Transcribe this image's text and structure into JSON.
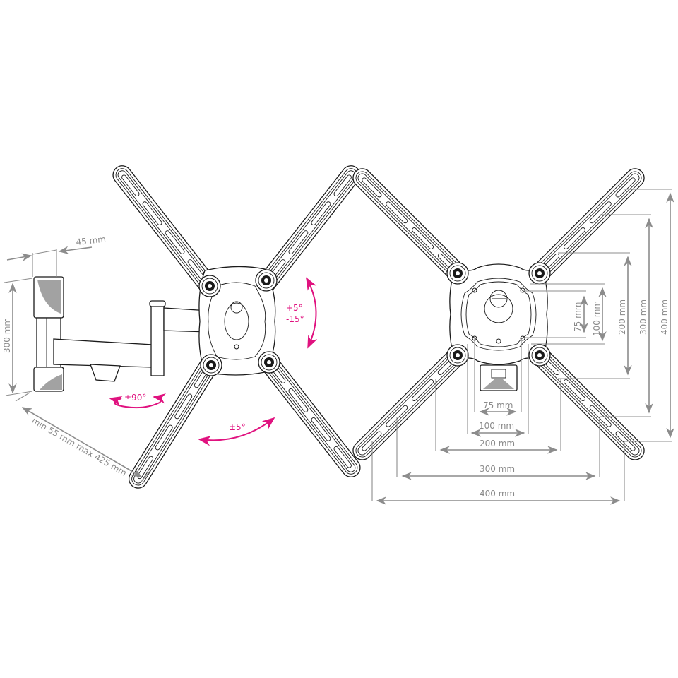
{
  "figure": {
    "title": "TV wall mount bracket dimension drawing",
    "colors": {
      "background": "#ffffff",
      "linework": "#1a1a1a",
      "dimension_lines": "#8c8c8c",
      "rotation_arrows": "#e0127f"
    }
  },
  "side_view": {
    "wall_plate_depth": "45 mm",
    "wall_plate_height": "300 mm",
    "arm_extension": "min 55 mm max 425 mm",
    "swivel_angle": "±90°",
    "tilt_up": "+5°",
    "tilt_down": "-15°",
    "rotation_angle": "±5°"
  },
  "front_view": {
    "vesa_horizontal": [
      "75 mm",
      "100 mm",
      "200 mm",
      "300 mm",
      "400 mm"
    ],
    "vesa_vertical": [
      "75 mm",
      "100 mm",
      "200 mm",
      "300 mm",
      "400 mm"
    ]
  }
}
